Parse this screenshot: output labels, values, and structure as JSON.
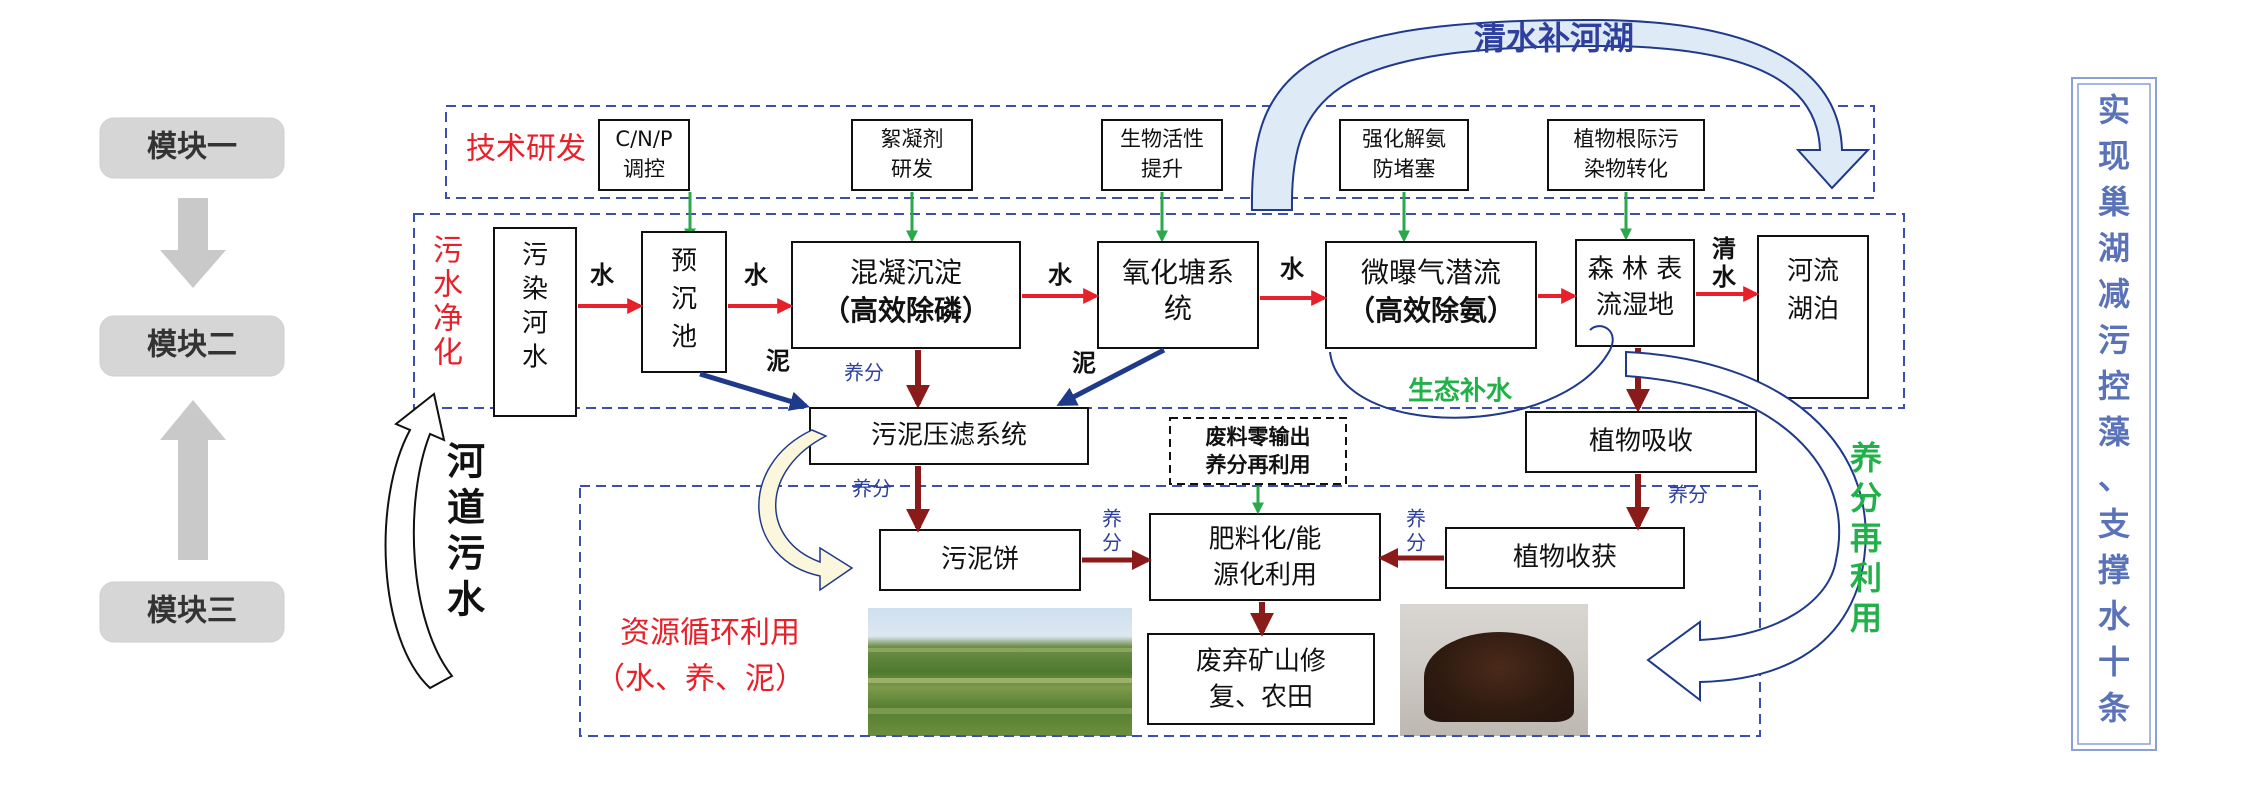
{
  "modules": [
    "模块一",
    "模块二",
    "模块三"
  ],
  "top_label": "清水补河湖",
  "tech": {
    "title": "技术研发",
    "items": [
      {
        "line1": "C/N/P",
        "line2": "调控"
      },
      {
        "line1": "絮凝剂",
        "line2": "研发"
      },
      {
        "line1": "生物活性",
        "line2": "提升"
      },
      {
        "line1": "强化解氨",
        "line2": "防堵塞"
      },
      {
        "line1": "植物根际污",
        "line2": "染物转化"
      }
    ]
  },
  "purify": {
    "title": [
      "污",
      "水",
      "净",
      "化"
    ],
    "river_water": [
      "污",
      "染",
      "河",
      "水"
    ],
    "presettle": [
      "预",
      "沉",
      "池"
    ],
    "coag": {
      "line1": "混凝沉淀",
      "line2": "（高效除磷）"
    },
    "oxid": {
      "line1": "氧化塘系",
      "line2": "统"
    },
    "aeration": {
      "line1": "微曝气潜流",
      "line2": "（高效除氨）"
    },
    "wetland": {
      "line1": "森 林 表",
      "line2": "流湿地"
    },
    "river_lake": {
      "line1": "河流",
      "line2": "湖泊"
    },
    "water": "水",
    "clean_water": [
      "清",
      "水"
    ],
    "mud": "泥",
    "nutrient": "养分",
    "eco_water": "生态补水"
  },
  "sludge_press": "污泥压滤系统",
  "zero_waste": {
    "line1": "废料零输出",
    "line2": "养分再利用"
  },
  "plant_absorb": "植物吸收",
  "river_sewage": [
    "河",
    "道",
    "污",
    "水"
  ],
  "nutrient_reuse": [
    "养",
    "分",
    "再",
    "利",
    "用"
  ],
  "resource": {
    "title1": "资源循环利用",
    "title2": "（水、养、泥）",
    "sludge_cake": "污泥饼",
    "fertilizer": {
      "line1": "肥料化/能",
      "line2": "源化利用"
    },
    "harvest": "植物收获",
    "mine": {
      "line1": "废弃矿山修",
      "line2": "复、农田"
    }
  },
  "side_text": [
    "实",
    "现",
    "巢",
    "湖",
    "减",
    "污",
    "控",
    "藻",
    "、",
    "支",
    "撑",
    "水",
    "十",
    "条"
  ],
  "colors": {
    "red": "#e8202a",
    "dark_red": "#8b1a1a",
    "green": "#2aa84a",
    "blue": "#2e3f9e",
    "navy": "#1f3a8a",
    "dashed": "#3a4fb0",
    "light_blue": "#dfeaf7",
    "module_bg": "#d6d6d6",
    "text_green": "#22b04a"
  }
}
